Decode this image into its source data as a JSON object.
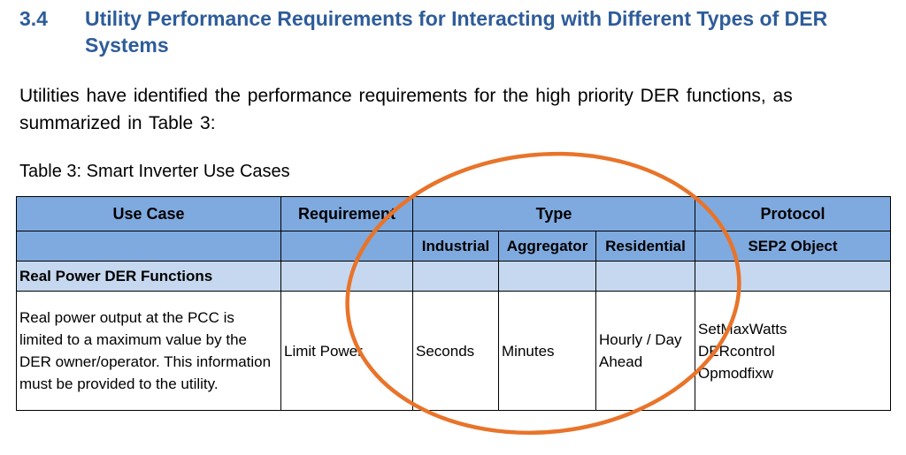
{
  "section": {
    "number": "3.4",
    "title": "Utility Performance Requirements for Interacting with Different Types of DER Systems"
  },
  "paragraph": "Utilities have identified the performance requirements for the high priority DER functions, as summarized in Table 3:",
  "table": {
    "caption": "Table 3: Smart Inverter Use Cases",
    "headers": {
      "use_case": "Use Case",
      "requirement": "Requirement",
      "type": "Type",
      "protocol": "Protocol"
    },
    "subheaders": {
      "industrial": "Industrial",
      "aggregator": "Aggregator",
      "residential": "Residential",
      "sep2_object": "SEP2 Object"
    },
    "category": "Real Power DER Functions",
    "row": {
      "use_case": "Real power output at the PCC is limited to a maximum value by the DER owner/operator. This information must be provided to the utility.",
      "requirement": "Limit Power",
      "industrial": "Seconds",
      "aggregator": "Minutes",
      "residential": "Hourly / Day Ahead",
      "protocol_lines": [
        "SetMaxWatts",
        "DERcontrol",
        "Opmodfixw"
      ]
    }
  },
  "annotation_color": "#e8742a"
}
